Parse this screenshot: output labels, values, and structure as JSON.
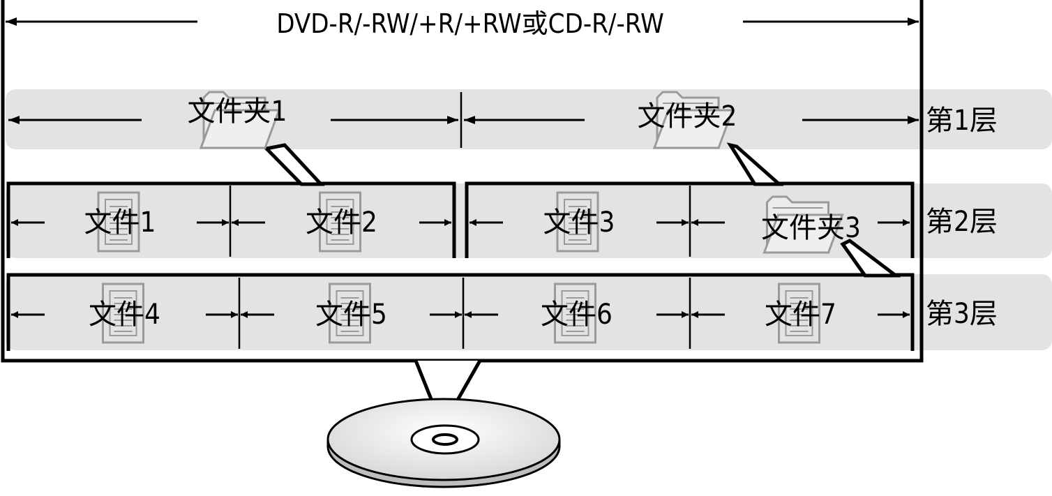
{
  "media_label": "DVD-R/-RW/+R/+RW或CD-R/-RW",
  "levels": [
    {
      "label": "第1层",
      "items": [
        {
          "kind": "folder",
          "label": "文件夹1"
        },
        {
          "kind": "folder",
          "label": "文件夹2"
        }
      ]
    },
    {
      "label": "第2层",
      "items": [
        {
          "kind": "file",
          "label": "文件1"
        },
        {
          "kind": "file",
          "label": "文件2"
        },
        {
          "kind": "file",
          "label": "文件3"
        },
        {
          "kind": "folder",
          "label": "文件夹3"
        }
      ]
    },
    {
      "label": "第3层",
      "items": [
        {
          "kind": "file",
          "label": "文件4"
        },
        {
          "kind": "file",
          "label": "文件5"
        },
        {
          "kind": "file",
          "label": "文件6"
        },
        {
          "kind": "file",
          "label": "文件7"
        }
      ]
    }
  ],
  "icons": {
    "folder": "folder-icon",
    "file": "document-icon",
    "disc": "disc-icon"
  },
  "colors": {
    "band": "#e3e3e3",
    "line": "#000000",
    "icon": "#9a9a9a"
  }
}
